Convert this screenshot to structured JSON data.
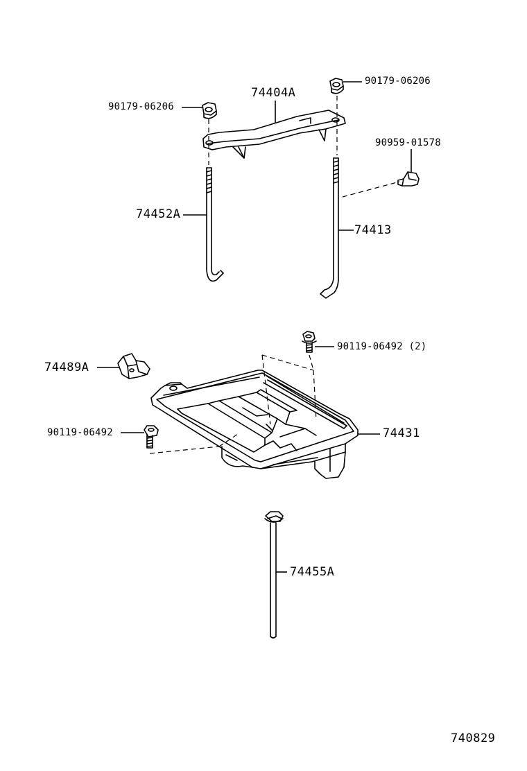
{
  "diagram": {
    "catalog_id": "740829",
    "parts": {
      "nut_left": "90179-06206",
      "nut_right": "90179-06206",
      "clamp": "74404A",
      "clip": "90959-01578",
      "rod_left": "74452A",
      "rod_right": "74413",
      "bolt_upper": "90119-06492 (2)",
      "holder": "74489A",
      "bolt_lower": "90119-06492",
      "tray": "74431",
      "rod_bottom": "74455A"
    }
  }
}
